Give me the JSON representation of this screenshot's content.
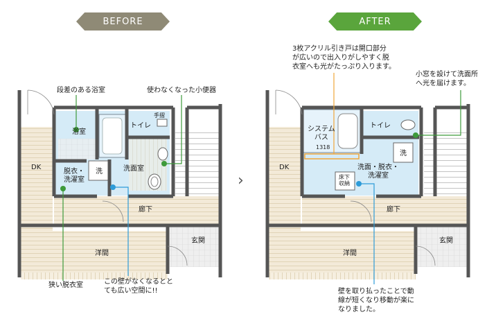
{
  "banners": {
    "before": "BEFORE",
    "after": "AFTER"
  },
  "arrow": "›",
  "before": {
    "rooms": {
      "dk": "DK",
      "bath": "浴室",
      "toilet": "トイレ",
      "handrail": "手摺",
      "washroom": "洗面室",
      "dressing": "脱衣・\n洗濯室",
      "wash": "洗",
      "hallway": "廊下",
      "western": "洋間",
      "entrance": "玄関"
    },
    "callouts": {
      "step_bath": "段差のある浴室",
      "urinal": "使わなくなった小便器",
      "narrow_dressing": "狭い脱衣室",
      "wall": "この壁がなくなるとと\nても広い空間に!!"
    }
  },
  "after": {
    "rooms": {
      "dk": "DK",
      "system_bath": "システム\nバス",
      "system_bath_size": "1318",
      "toilet": "トイレ",
      "wash": "洗",
      "washroom": "洗面・脱衣・\n洗濯室",
      "floor_storage": "床下\n収納",
      "hallway": "廊下",
      "western": "洋間",
      "entrance": "玄関"
    },
    "callouts": {
      "acrylic_door": "3枚アクリル引き戸は開口部分\nが広いので出入りがしやすく脱\n衣室へも光がたっぷり入ります。",
      "small_window": "小窓を設けて洗面所\nへ光を届けます。",
      "wall_removed": "壁を取り払ったことで動\n線が短くなり移動が楽に\nなりました。"
    }
  },
  "colors": {
    "before_banner": "#8f8a76",
    "after_banner": "#5aa53c",
    "room_blue": "#d5ebf7",
    "callout_green": "#3e9a3b",
    "callout_blue": "#2d9bd8",
    "callout_orange": "#f0a63a",
    "wood": "#f3ead8"
  }
}
